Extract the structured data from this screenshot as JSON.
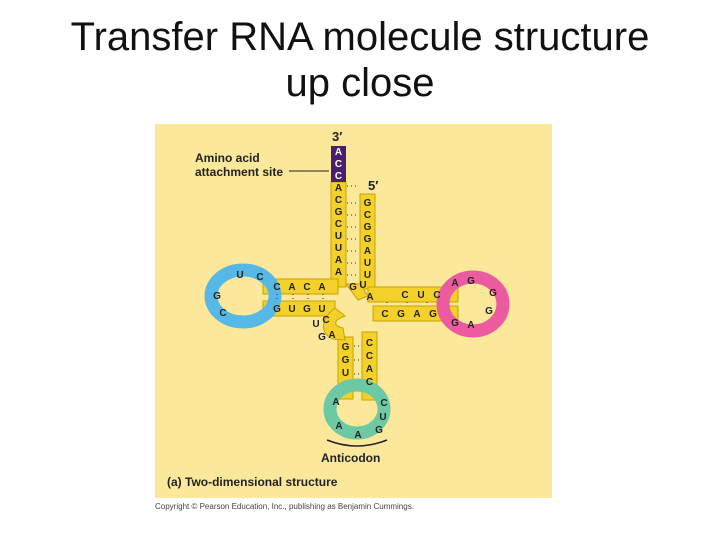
{
  "slide": {
    "title_line1": "Transfer RNA molecule structure",
    "title_line2": "up close"
  },
  "figure": {
    "label_3prime": "3′",
    "label_5prime": "5′",
    "amino_acid_line1": "Amino acid",
    "amino_acid_line2": "attachment site",
    "anticodon_label": "Anticodon",
    "caption": "(a) Two-dimensional structure",
    "copyright": "Copyright © Pearson Education, Inc., publishing as Benjamin Cummings.",
    "background_color": "#fbe89a",
    "accent_colors": {
      "tail": "#4b1f6f",
      "left_loop": "#55b8e6",
      "right_loop": "#ec5aa0",
      "anticodon_loop": "#6dc9a4",
      "backbone": "#f3d12a"
    },
    "acceptor_3_strand": [
      "A",
      "C",
      "C",
      "A",
      "C",
      "G",
      "C",
      "U",
      "U",
      "A",
      "A"
    ],
    "acceptor_5_strand": [
      "G",
      "C",
      "G",
      "G",
      "A",
      "U",
      "U"
    ],
    "d_loop_letters": [
      "U",
      "C",
      "G",
      "C"
    ],
    "d_stem_top": [
      "C",
      "A",
      "C",
      "A"
    ],
    "d_stem_bottom": [
      "G",
      "U",
      "G",
      "U"
    ],
    "variable_letters": [
      "U",
      "C",
      "G",
      "A"
    ],
    "anticodon_stem_left": [
      "G",
      "G",
      "U"
    ],
    "anticodon_stem_right": [
      "C",
      "C",
      "A",
      "C"
    ],
    "anticodon_loop_letters": [
      "A",
      "C",
      "U",
      "G",
      "A",
      "A"
    ],
    "t_stem_top": [
      "C",
      "U",
      "C"
    ],
    "t_stem_bottom": [
      "C",
      "G",
      "A",
      "G"
    ],
    "t_loop_letters": [
      "A",
      "G",
      "G",
      "G",
      "A",
      "G"
    ],
    "junction_letters": [
      "G",
      "U",
      "A"
    ]
  }
}
